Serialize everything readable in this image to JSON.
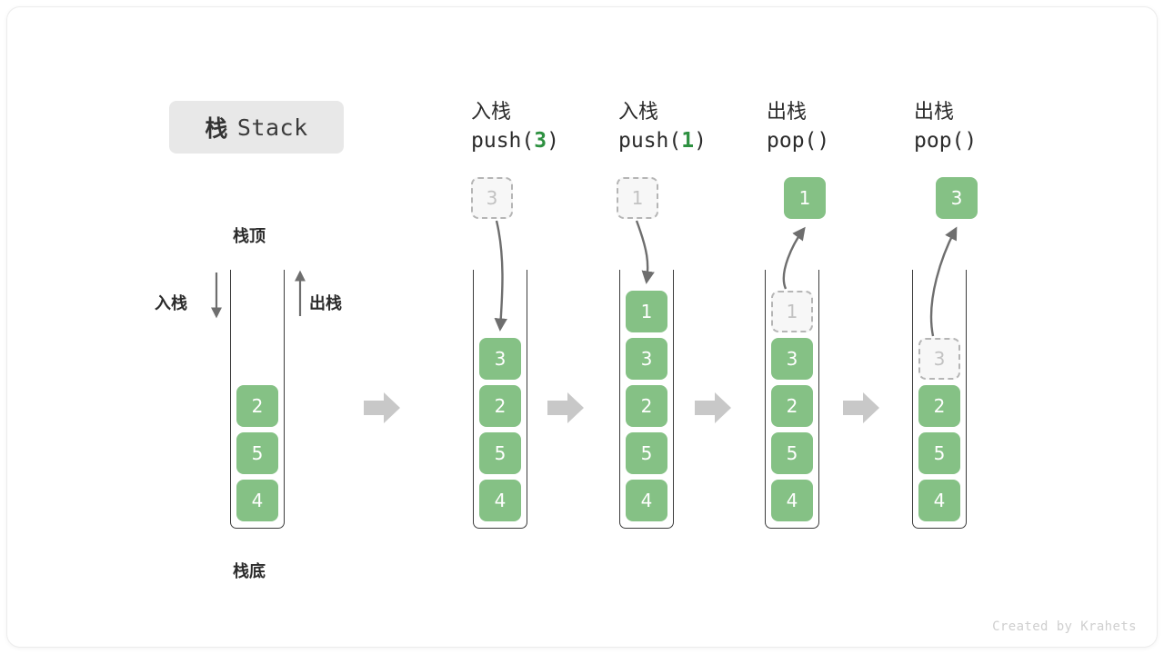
{
  "title": {
    "cn": "栈",
    "en": "Stack"
  },
  "labels": {
    "top": "栈顶",
    "bottom": "栈底",
    "push": "入栈",
    "pop": "出栈"
  },
  "credit": "Created by Krahets",
  "colors": {
    "element_green": "#85c185",
    "accent_green": "#2e9141",
    "ghost_fill": "#f7f7f7",
    "ghost_border": "#b5b5b5",
    "ghost_text": "#c2c2c2",
    "arrow_gray": "#c8c8c8",
    "thin_arrow": "#6e6e6e",
    "wall": "#3c3c3c",
    "pill_bg": "#e8e8e8",
    "text": "#2b2b2b"
  },
  "columns": [
    {
      "id": "initial",
      "header_cn": "",
      "header_op_prefix": "",
      "header_op_arg": "",
      "header_op_suffix": "",
      "stack": [
        "2",
        "5",
        "4"
      ],
      "ghost_in_stack": null,
      "incoming": null,
      "outgoing": null
    },
    {
      "id": "push-3",
      "header_cn": "入栈",
      "header_op_prefix": "push(",
      "header_op_arg": "3",
      "header_op_suffix": ")",
      "stack": [
        "3",
        "2",
        "5",
        "4"
      ],
      "ghost_in_stack": null,
      "incoming": "3",
      "outgoing": null
    },
    {
      "id": "push-1",
      "header_cn": "入栈",
      "header_op_prefix": "push(",
      "header_op_arg": "1",
      "header_op_suffix": ")",
      "stack": [
        "1",
        "3",
        "2",
        "5",
        "4"
      ],
      "ghost_in_stack": null,
      "incoming": "1",
      "outgoing": null
    },
    {
      "id": "pop-1",
      "header_cn": "出栈",
      "header_op_prefix": "pop(",
      "header_op_arg": "",
      "header_op_suffix": ")",
      "stack": [
        "3",
        "2",
        "5",
        "4"
      ],
      "ghost_in_stack": "1",
      "incoming": null,
      "outgoing": "1"
    },
    {
      "id": "pop-2",
      "header_cn": "出栈",
      "header_op_prefix": "pop(",
      "header_op_arg": "",
      "header_op_suffix": ")",
      "stack": [
        "2",
        "5",
        "4"
      ],
      "ghost_in_stack": "3",
      "incoming": null,
      "outgoing": "3"
    }
  ]
}
